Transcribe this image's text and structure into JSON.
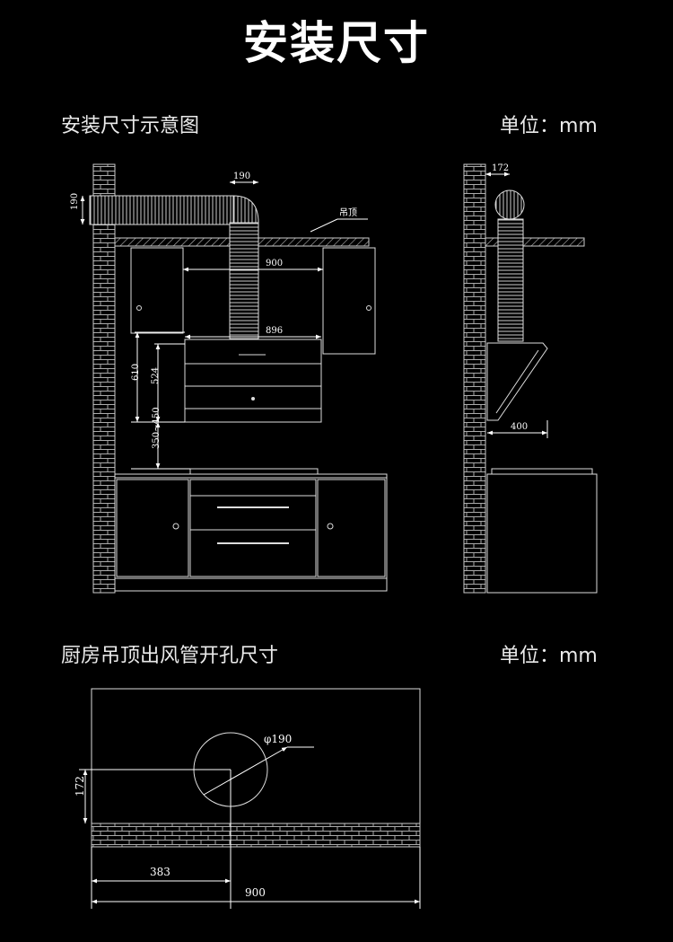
{
  "page_title": "安装尺寸",
  "section1": {
    "title": "安装尺寸示意图",
    "unit": "单位：mm"
  },
  "section2": {
    "title": "厨房吊顶出风管开孔尺寸",
    "unit": "单位：mm"
  },
  "front_view": {
    "duct_height": "190",
    "duct_width": "190",
    "ceiling_label": "吊顶",
    "cabinet_gap": "900",
    "hood_width": "896",
    "height_total": "610",
    "height_hood": "524",
    "hob_clearance": "350~450"
  },
  "side_view": {
    "duct_offset": "172",
    "hood_depth": "400"
  },
  "ceiling_hole": {
    "diameter": "φ190",
    "offset_from_wall": "172",
    "offset_from_left": "383",
    "total_width": "900"
  }
}
